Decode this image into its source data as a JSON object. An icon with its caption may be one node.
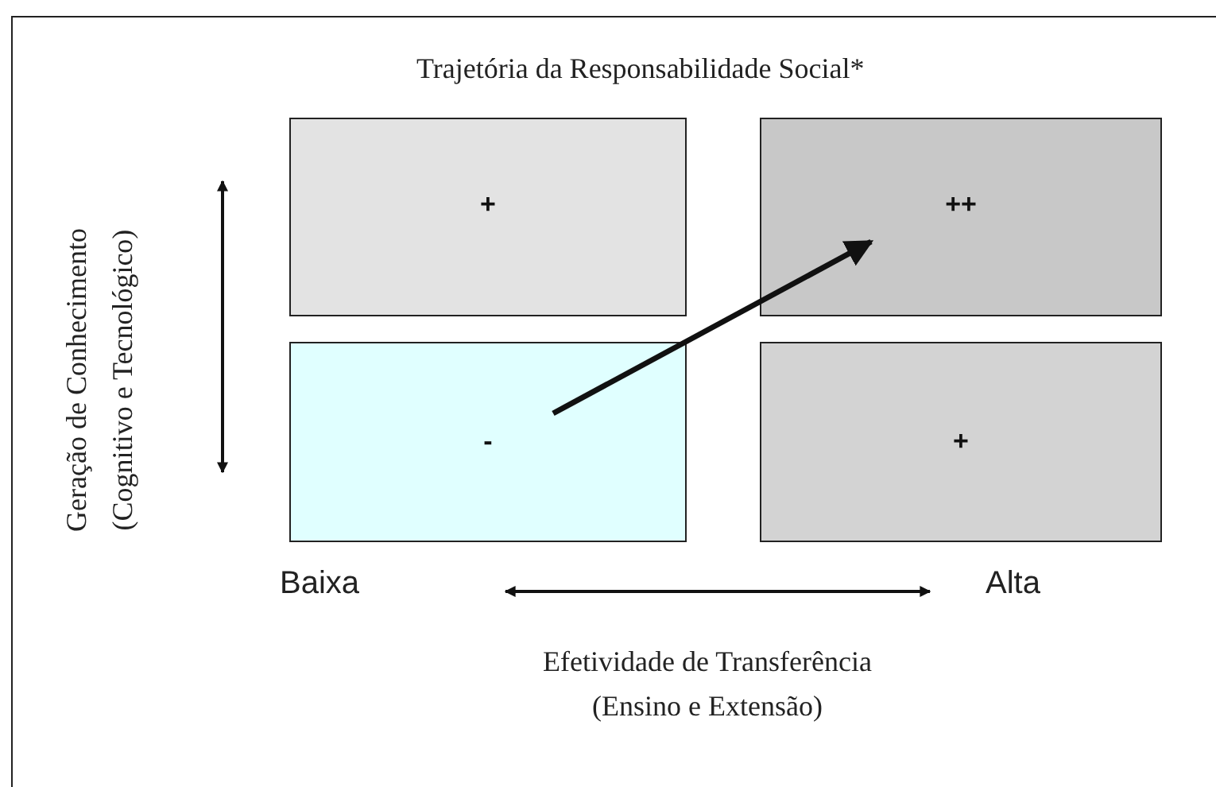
{
  "diagram": {
    "title": "Trajetória da Responsabilidade Social*",
    "nodes": [
      {
        "text": [
          "+"
        ]
      },
      {
        "text": [
          "++"
        ]
      },
      {
        "text": [
          "-"
        ]
      },
      {
        "text": [
          "+"
        ]
      }
    ],
    "edges": [
      {
        "from": 2,
        "to": 1,
        "arrow": "to"
      }
    ],
    "labels": [
      "Geração de Conhecimento (Cognitivo e Tecnológico)",
      "Baixa",
      "Alta",
      "Efetividade de Transferência (Ensino e Extensão)"
    ]
  }
}
